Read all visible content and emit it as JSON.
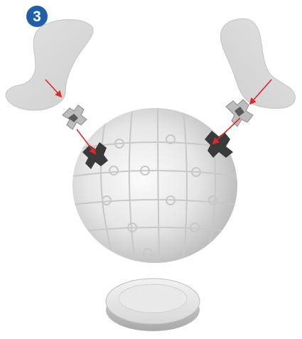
{
  "step": {
    "number": "3"
  },
  "colors": {
    "badge": "#1f5ea8",
    "arrow": "#d92b2b",
    "fin": "#d6d6d6",
    "sphere_light": "#f6f6f6",
    "sphere_dark": "#b8b8b8",
    "piece_dark": "#3a3a3a"
  },
  "illustration": {
    "parts": [
      "left-fin",
      "right-fin",
      "left-connector-piece",
      "right-connector-piece",
      "puzzle-sphere",
      "round-base"
    ],
    "arrows": 4
  }
}
